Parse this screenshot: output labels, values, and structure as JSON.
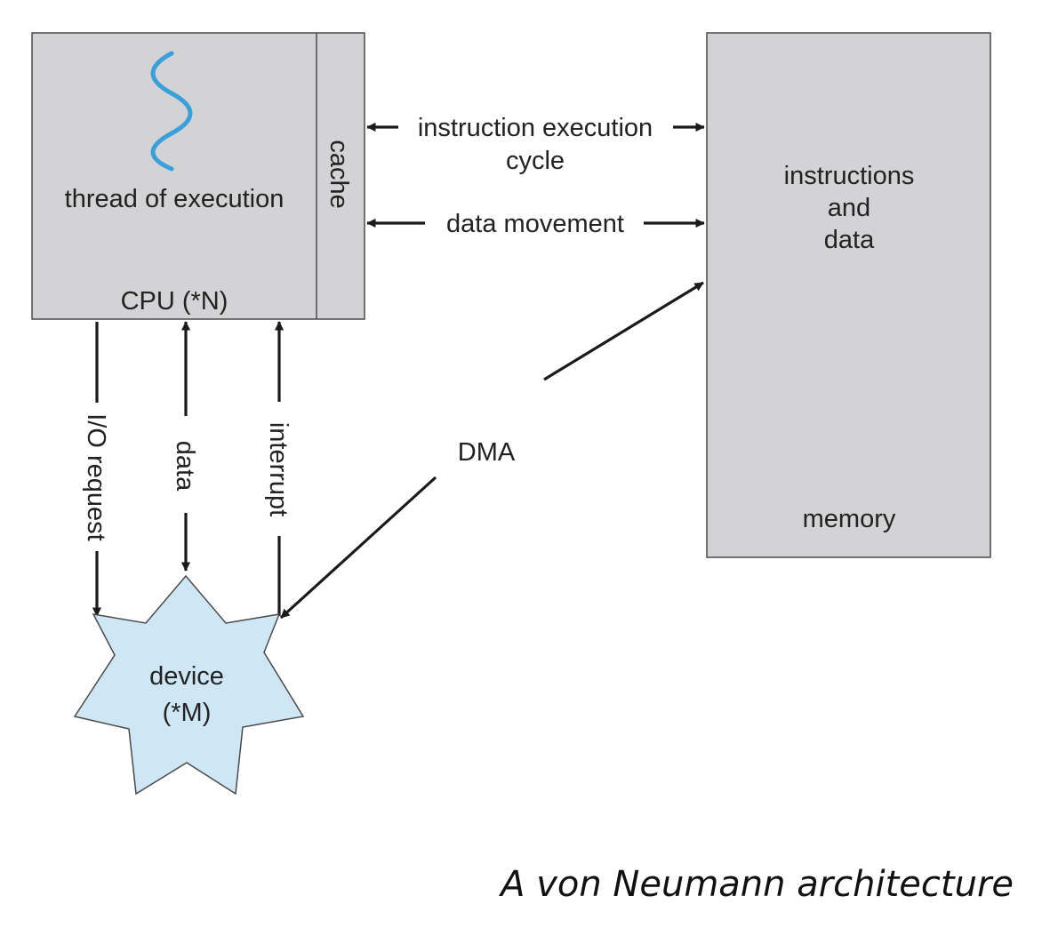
{
  "cpu": {
    "thread_label": "thread of execution",
    "cpu_label": "CPU (*N)",
    "cache_label": "cache",
    "thread_icon": "wavy-thread-icon"
  },
  "memory": {
    "contents_lines": [
      "instructions",
      "and",
      "data"
    ],
    "label": "memory"
  },
  "links": {
    "instruction_cycle_lines": [
      "instruction execution",
      "cycle"
    ],
    "data_movement": "data movement",
    "io_request": "I/O request",
    "data": "data",
    "interrupt": "interrupt",
    "dma": "DMA"
  },
  "device": {
    "lines": [
      "device",
      "(*M)"
    ]
  },
  "caption": "A von Neumann architecture",
  "colors": {
    "box_fill": "#d3d3d5",
    "device_fill": "#cfe6f5",
    "thread_icon": "#3aa0dc",
    "arrow": "#1a1a1a"
  }
}
